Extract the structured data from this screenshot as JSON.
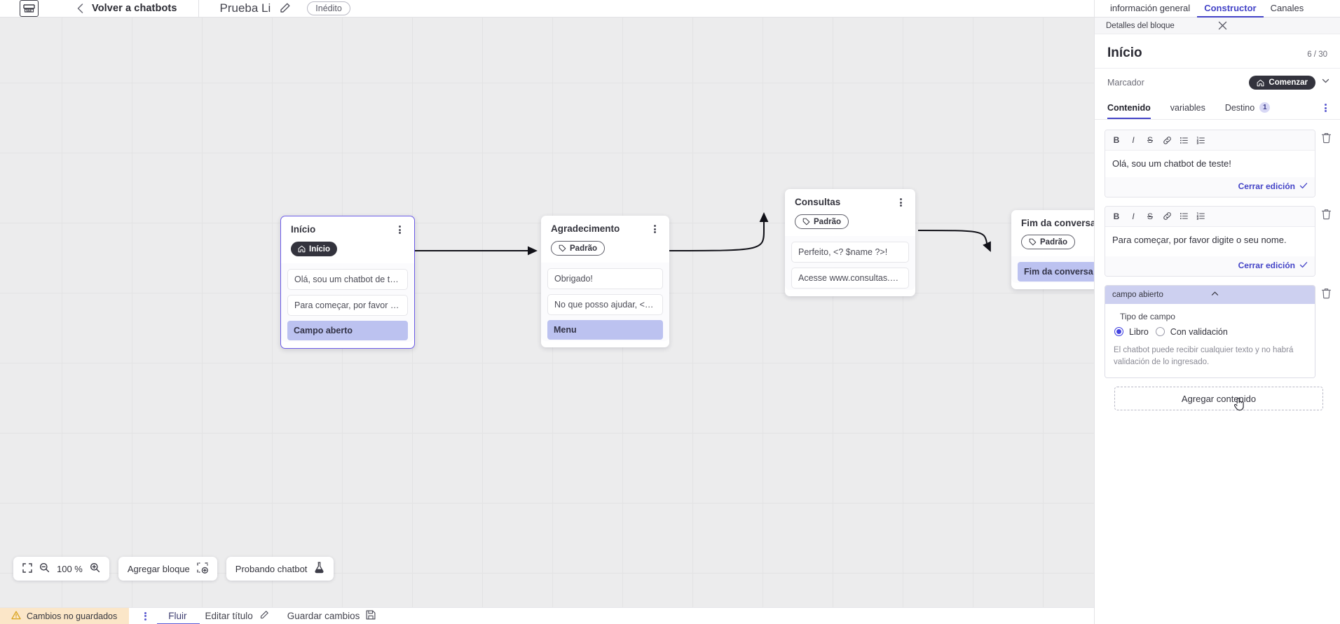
{
  "topbar": {
    "logo_alt": "vtex-logo",
    "back_label": "Volver a chatbots",
    "bot_name": "Prueba Li",
    "edit_icon": "pencil-icon",
    "status_badge": "Inédito"
  },
  "canvas": {
    "nodes": [
      {
        "id": "inicio",
        "title": "Início",
        "chip": {
          "label": "Início",
          "icon": "home-icon",
          "style": "dark"
        },
        "messages": [
          "Olá, sou um chatbot de teste!",
          "Para começar, por favor digite o ..."
        ],
        "action": "Campo aberto",
        "selected": true
      },
      {
        "id": "agradecimento",
        "title": "Agradecimento",
        "chip": {
          "label": "Padrão",
          "icon": "tag-icon",
          "style": "outline"
        },
        "messages": [
          "Obrigado!",
          "No que posso ajudar, <? $name ..."
        ],
        "action": "Menu",
        "selected": false
      },
      {
        "id": "consultas",
        "title": "Consultas",
        "chip": {
          "label": "Padrão",
          "icon": "tag-icon",
          "style": "outline"
        },
        "messages": [
          "Perfeito, <? $name ?>!",
          "Acesse www.consultas.com par..."
        ],
        "action": "",
        "selected": false
      },
      {
        "id": "fim-da-conversa",
        "title": "Fim da conversa",
        "chip": {
          "label": "Padrão",
          "icon": "tag-icon",
          "style": "outline"
        },
        "messages": [],
        "action": "Fim da conversa",
        "selected": false
      }
    ]
  },
  "tools": {
    "fit_icon": "fit-screen-icon",
    "zoom_out_icon": "zoom-out-icon",
    "zoom_level": "100 %",
    "zoom_in_icon": "zoom-in-icon",
    "add_block": "Agregar bloque",
    "add_block_icon": "add-block-icon",
    "test_bot": "Probando chatbot",
    "test_bot_icon": "flask-icon"
  },
  "footer": {
    "unsaved": "Cambios no guardados",
    "warning_icon": "warning-icon",
    "kebab_icon": "kebab-icon",
    "flow": "Fluir",
    "edit_title": "Editar título",
    "edit_title_icon": "pencil-icon",
    "save": "Guardar cambios",
    "save_icon": "save-icon"
  },
  "panel": {
    "tabs": [
      {
        "label": "información general",
        "active": false
      },
      {
        "label": "Constructor",
        "active": true
      },
      {
        "label": "Canales",
        "active": false
      }
    ],
    "subhead": "Detalles del bloque",
    "close_icon": "close-icon",
    "block_title": "Início",
    "block_count": "6 / 30",
    "marker_label": "Marcador",
    "marker_value": "Comenzar",
    "marker_icon": "home-icon",
    "marker_chevron": "chevron-down-icon",
    "content_tabs": [
      {
        "label": "Contenido",
        "active": true,
        "badge": ""
      },
      {
        "label": "variables",
        "active": false,
        "badge": ""
      },
      {
        "label": "Destino",
        "active": false,
        "badge": "1"
      }
    ],
    "overflow_icon": "kebab-icon",
    "editor_toolbar_icons": [
      "bold-icon",
      "italic-icon",
      "strikethrough-icon",
      "link-icon",
      "bulleted-list-icon",
      "numbered-list-icon"
    ],
    "editors": [
      {
        "text": "Olá, sou um chatbot de teste!",
        "close_label": "Cerrar edición",
        "check_icon": "check-icon",
        "delete_icon": "trash-icon"
      },
      {
        "text": "Para começar, por favor digite o seu nome.",
        "close_label": "Cerrar edición",
        "check_icon": "check-icon",
        "delete_icon": "trash-icon"
      }
    ],
    "field_card": {
      "header": "campo abierto",
      "collapse_icon": "chevron-up-icon",
      "delete_icon": "trash-icon",
      "label": "Tipo de campo",
      "options": [
        {
          "label": "Libro",
          "selected": true
        },
        {
          "label": "Con validación",
          "selected": false
        }
      ],
      "helper": "El chatbot puede recibir cualquier texto y no habrá validación de lo ingresado."
    },
    "add_content": "Agregar contenido",
    "cursor_icon": "pointer-hand-icon"
  },
  "colors": {
    "accent": "#4343c7",
    "chip_dark": "#33333d",
    "action_pill": "#bcc2f0",
    "warning_bg": "#fbe6c8",
    "canvas_bg": "#ececed"
  }
}
